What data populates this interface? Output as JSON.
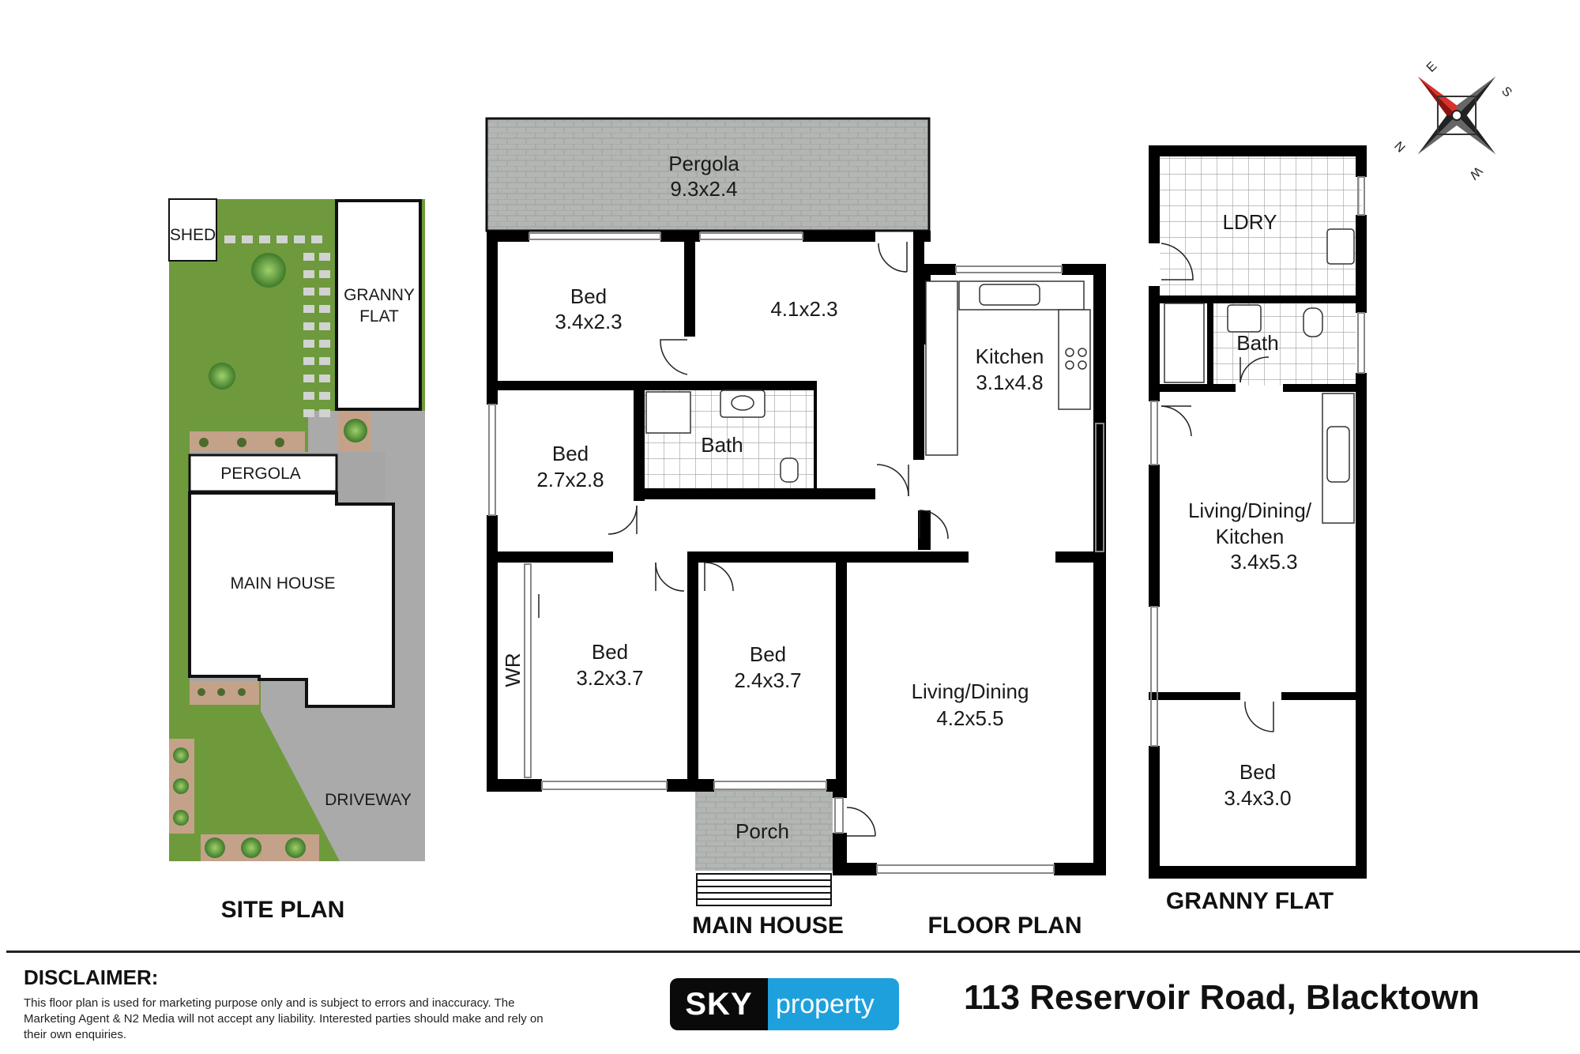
{
  "site_plan": {
    "heading": "SITE PLAN",
    "shed": "SHED",
    "granny_flat": [
      "GRANNY",
      "FLAT"
    ],
    "pergola": "PERGOLA",
    "main_house": "MAIN HOUSE",
    "driveway": "DRIVEWAY"
  },
  "main_house": {
    "heading": "MAIN HOUSE",
    "pergola": {
      "name": "Pergola",
      "size": "9.3x2.4"
    },
    "bed_top_left": {
      "name": "Bed",
      "size": "3.4x2.3"
    },
    "room_top_mid": {
      "size": "4.1x2.3"
    },
    "kitchen": {
      "name": "Kitchen",
      "size": "3.1x4.8"
    },
    "bed_mid_left": {
      "name": "Bed",
      "size": "2.7x2.8"
    },
    "bath": {
      "name": "Bath"
    },
    "bed_bottom_left": {
      "name": "Bed",
      "size": "3.2x3.7"
    },
    "wr": "WR",
    "bed_bottom_mid": {
      "name": "Bed",
      "size": "2.4x3.7"
    },
    "living_dining": {
      "name": "Living/Dining",
      "size": "4.2x5.5"
    },
    "porch": "Porch"
  },
  "floor_plan_heading": "FLOOR PLAN",
  "granny_flat": {
    "heading": "GRANNY FLAT",
    "laundry": "LDRY",
    "bath": "Bath",
    "living": {
      "line1": "Living/Dining/",
      "line2": "Kitchen",
      "size": "3.4x5.3"
    },
    "bed": {
      "name": "Bed",
      "size": "3.4x3.0"
    }
  },
  "compass": {
    "n": "N",
    "e": "E",
    "s": "S",
    "w": "W"
  },
  "footer": {
    "disclaimer_title": "DISCLAIMER:",
    "disclaimer_text": "This floor plan is used for marketing purpose only and is subject to errors and inaccuracy. The Marketing Agent & N2 Media will not accept any liability. Interested parties should make and rely on their own enquiries.",
    "logo_left": "SKY",
    "logo_right": "property",
    "address": "113 Reservoir Road, Blacktown"
  },
  "colors": {
    "lawn": "#6f9a3c",
    "path": "#c9a48a",
    "concrete": "#a9a9a9",
    "tile_grid": "#d0d0d0",
    "pergola_fill": "#b5b8b5",
    "logo_blue": "#1ea0dc"
  }
}
